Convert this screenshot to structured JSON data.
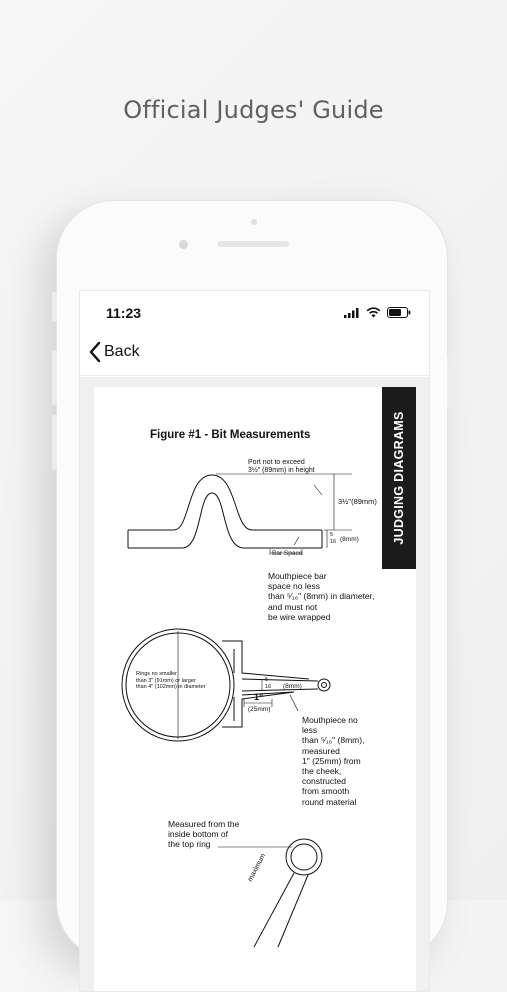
{
  "headline": "Official Judges' Guide",
  "status_bar": {
    "time": "11:23"
  },
  "nav": {
    "back_label": "Back"
  },
  "document": {
    "side_tab": "JUDGING DIAGRAMS",
    "figure_title": "Figure #1 - Bit Measurements",
    "port_note": "Port not to exceed\n3½\" (89mm) in height",
    "port_dim": "3½\"(89mm)",
    "bar_dim_frac": "5\n16",
    "bar_dim_mm": "(8mm)",
    "bar_space": "Bar Space",
    "mouthpiece_bar_note": "Mouthpiece bar\nspace no less\nthan ⁵⁄₁₆\" (8mm) in diameter,\nand must not\nbe wire wrapped",
    "rings_note": "Rings no smaller\nthan 3\" (91mm) or larger\nthan 4\" (102mm) in diameter",
    "ring_dim_frac": "5\n16",
    "ring_dim_mm": "(8mm)",
    "cheek_dim": "1\"",
    "cheek_dim_mm": "(25mm)",
    "mouthpiece_note": "Mouthpiece no\nless\nthan ⁵⁄₁₆\" (8mm),\nmeasured\n1\" (25mm) from\nthe cheek,\nconstructed\nfrom smooth\nround material",
    "measured_note": "Measured from the\ninside bottom of\nthe top ring",
    "maximum_label": "maximum"
  }
}
